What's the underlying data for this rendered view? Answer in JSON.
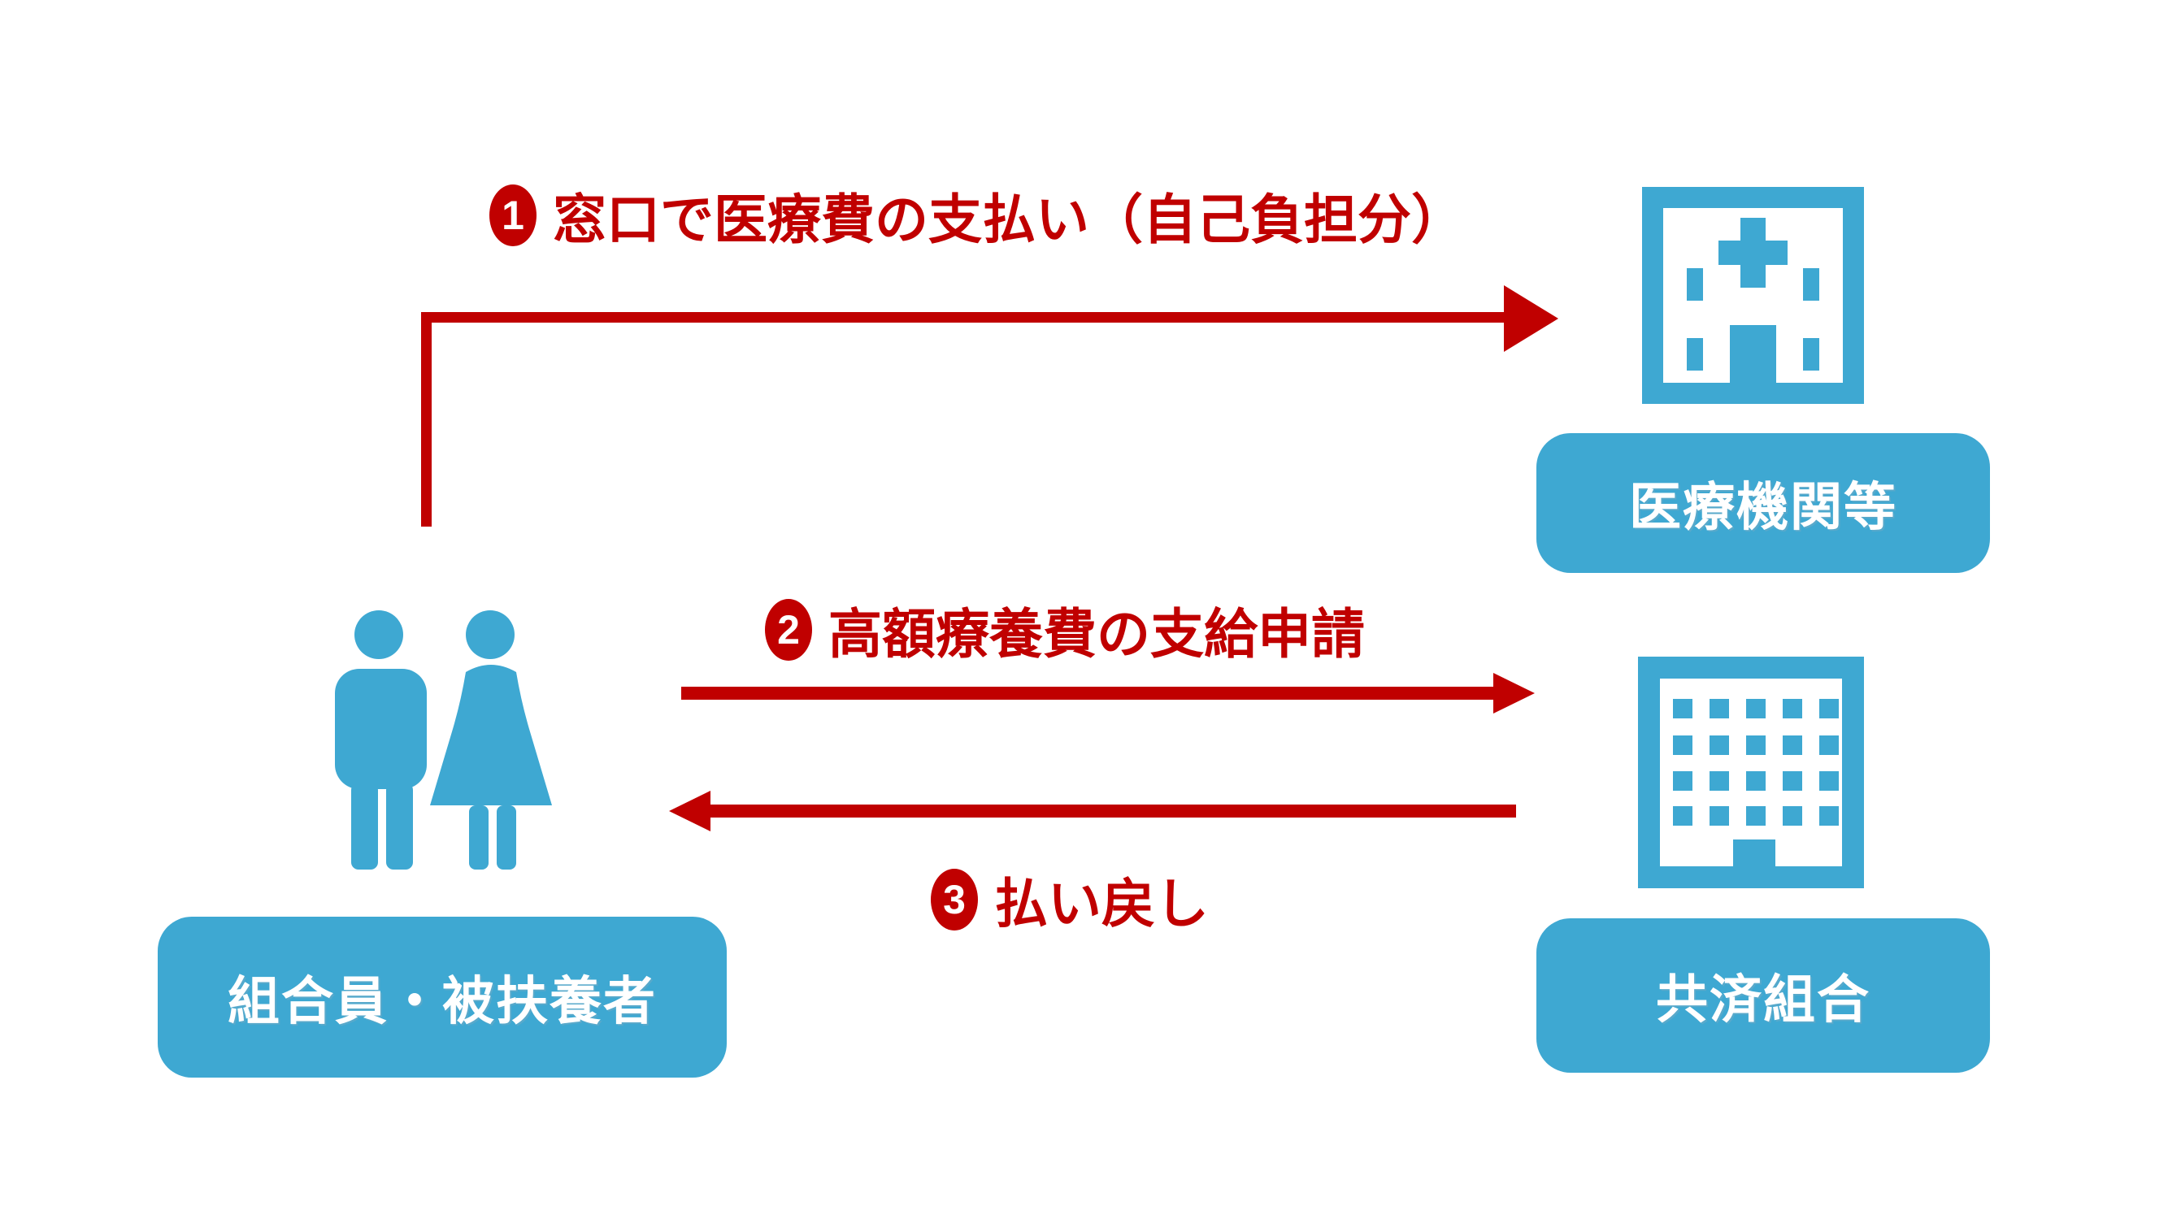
{
  "colors": {
    "arrow_red": "#C00000",
    "node_blue": "#3EA8D2",
    "node_text": "#ffffff",
    "background": "#ffffff"
  },
  "actors": {
    "members": {
      "label": "組合員・被扶養者",
      "icon": "man-woman-people-icon"
    },
    "medical": {
      "label": "医療機関等",
      "icon": "hospital-icon"
    },
    "union": {
      "label": "共済組合",
      "icon": "office-building-icon"
    }
  },
  "flows": [
    {
      "number": "1",
      "label": "窓口で医療費の支払い（自己負担分）",
      "from": "members",
      "to": "medical"
    },
    {
      "number": "2",
      "label": "高額療養費の支給申請",
      "from": "members",
      "to": "union"
    },
    {
      "number": "3",
      "label": "払い戻し",
      "from": "union",
      "to": "members"
    }
  ]
}
